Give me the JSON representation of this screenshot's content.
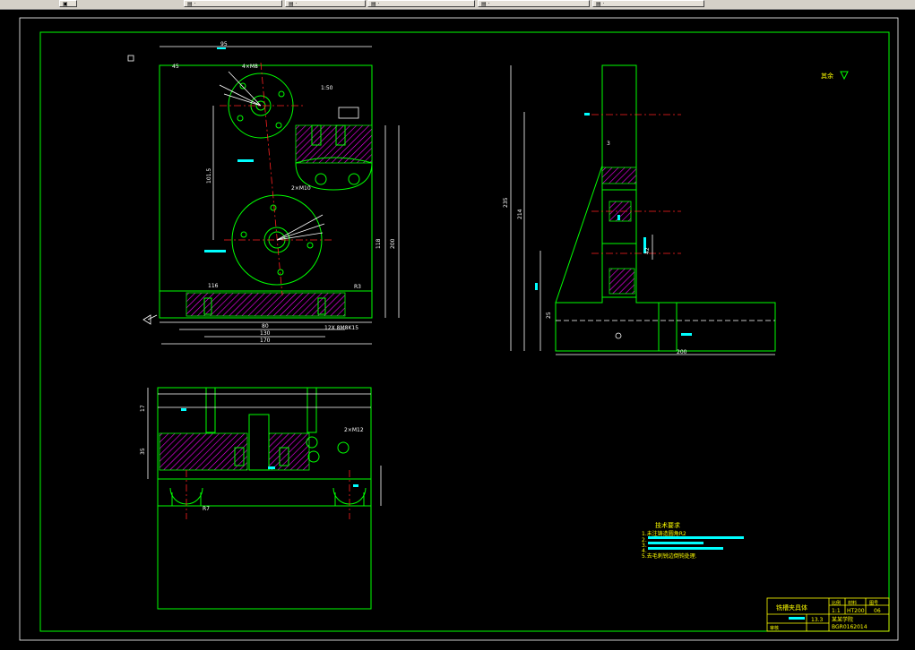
{
  "taskbar": {
    "items": [
      {
        "label": "▣"
      },
      {
        "label": "▤  ·"
      },
      {
        "label": "▤  ·"
      },
      {
        "label": "▤  ·"
      },
      {
        "label": "▤  ·"
      },
      {
        "label": "▤  ·"
      }
    ]
  },
  "drawing": {
    "roughness_note": "其余",
    "tech_requirements": {
      "title": "技术要求",
      "lines": [
        "1.未注铸造圆角R2",
        "2.",
        "3.",
        "4.",
        "5.去毛刺锐边倒钝处理."
      ]
    },
    "title_block": {
      "part_name": "铣槽夹具体",
      "scale_label": "比例",
      "scale": "1:1",
      "material_label": "材料",
      "material": "HT200",
      "sheet_label": "图号",
      "sheet": "06",
      "school": "某某学院",
      "drawing_no": "BGR0162014",
      "weight": "13.3",
      "designer_label": "审核"
    },
    "front_view": {
      "section_note": "1:50",
      "dim_top": "95",
      "dim_holes": "4×M8",
      "dim_holes2": "2×M10",
      "dim_bottom_1": "116",
      "dim_bottom_2": "80",
      "dim_bottom_3": "130",
      "dim_bottom_4": "170",
      "dim_right_1": "118",
      "dim_right_2": "200",
      "dim_left": "101.5",
      "dim_fine": "12X 8M8K15",
      "dim_r": "R3",
      "dim_deg": "45"
    },
    "side_view": {
      "dim_h1": "235",
      "dim_h2": "214",
      "dim_h3": "25",
      "dim_w": "200",
      "dim_small": "3",
      "dim_right": "42"
    },
    "top_view": {
      "dim_left": "35",
      "dim_left2": "17",
      "dim_holes": "2×M12",
      "dim_r": "R7"
    }
  }
}
